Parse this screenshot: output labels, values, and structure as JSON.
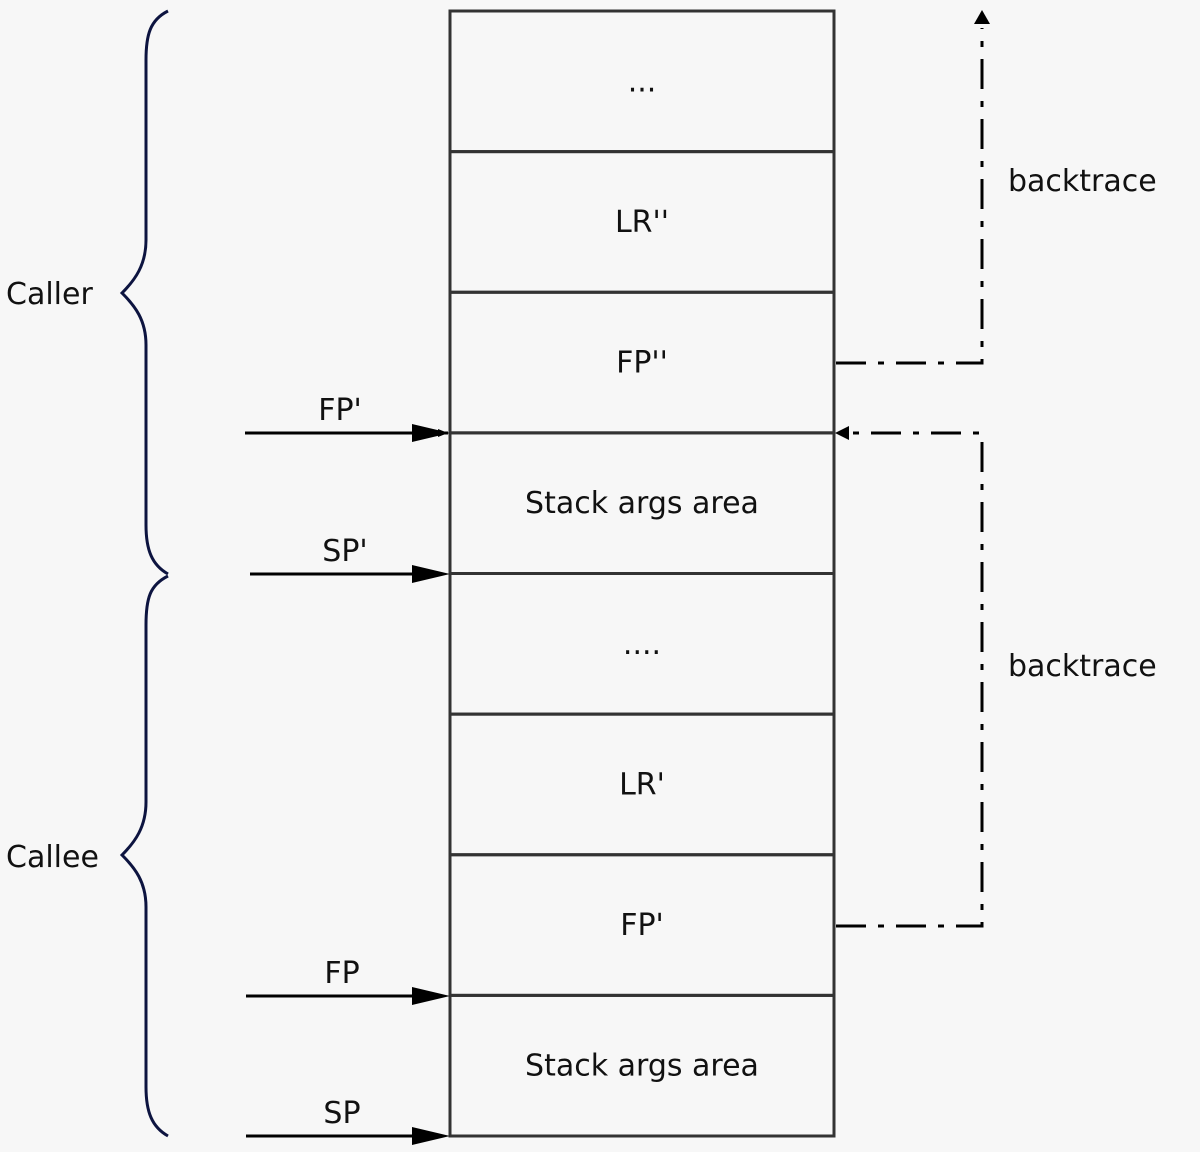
{
  "stack": {
    "cells": [
      "...",
      "LR''",
      "FP''",
      "Stack args area",
      "....",
      "LR'",
      "FP'",
      "Stack args area"
    ]
  },
  "frames": [
    {
      "label": "Caller"
    },
    {
      "label": "Callee"
    }
  ],
  "pointers": [
    "FP'",
    "SP'",
    "FP",
    "SP"
  ],
  "backtrace": [
    "backtrace",
    "backtrace"
  ],
  "colors": {
    "brace": "#0d1440",
    "border": "#333333",
    "background": "#f7f7f7"
  }
}
